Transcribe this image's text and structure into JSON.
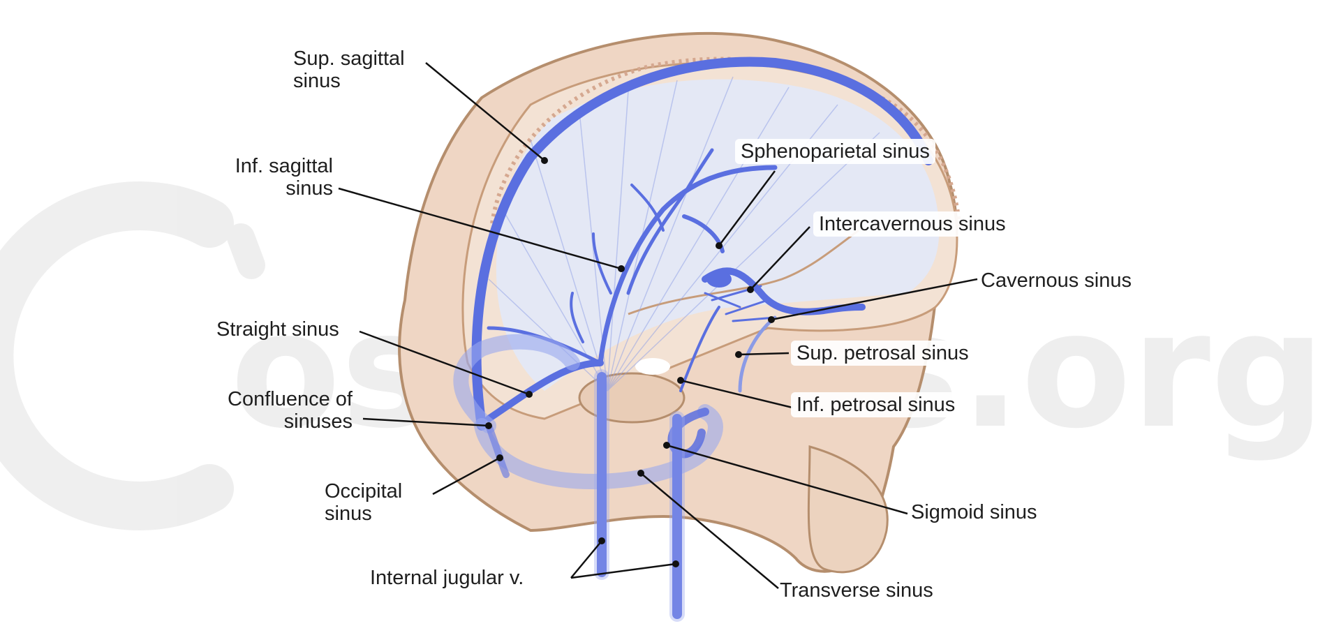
{
  "diagram": {
    "watermark": "osmosis.org",
    "colors": {
      "bone": "#efd6c4",
      "bone_dark": "#e6c3a9",
      "outline": "#b58e6d",
      "dura": "#dfe7f7",
      "vein": "#5a6fe0",
      "vein_light": "#9aa8ee",
      "watermark": "#ededed",
      "leader": "#111111"
    },
    "labels": {
      "sup_sagittal": [
        "Sup. sagittal",
        "sinus"
      ],
      "inf_sagittal": [
        "Inf. sagittal",
        "sinus"
      ],
      "straight": "Straight sinus",
      "confluence": [
        "Confluence of",
        "sinuses"
      ],
      "occipital": [
        "Occipital",
        "sinus"
      ],
      "internal_jugular": "Internal jugular v.",
      "sphenoparietal": "Sphenoparietal sinus",
      "intercavernous": "Intercavernous sinus",
      "cavernous": "Cavernous sinus",
      "sup_petrosal": "Sup. petrosal sinus",
      "inf_petrosal": "Inf. petrosal sinus",
      "sigmoid": "Sigmoid sinus",
      "transverse": "Transverse sinus"
    }
  }
}
